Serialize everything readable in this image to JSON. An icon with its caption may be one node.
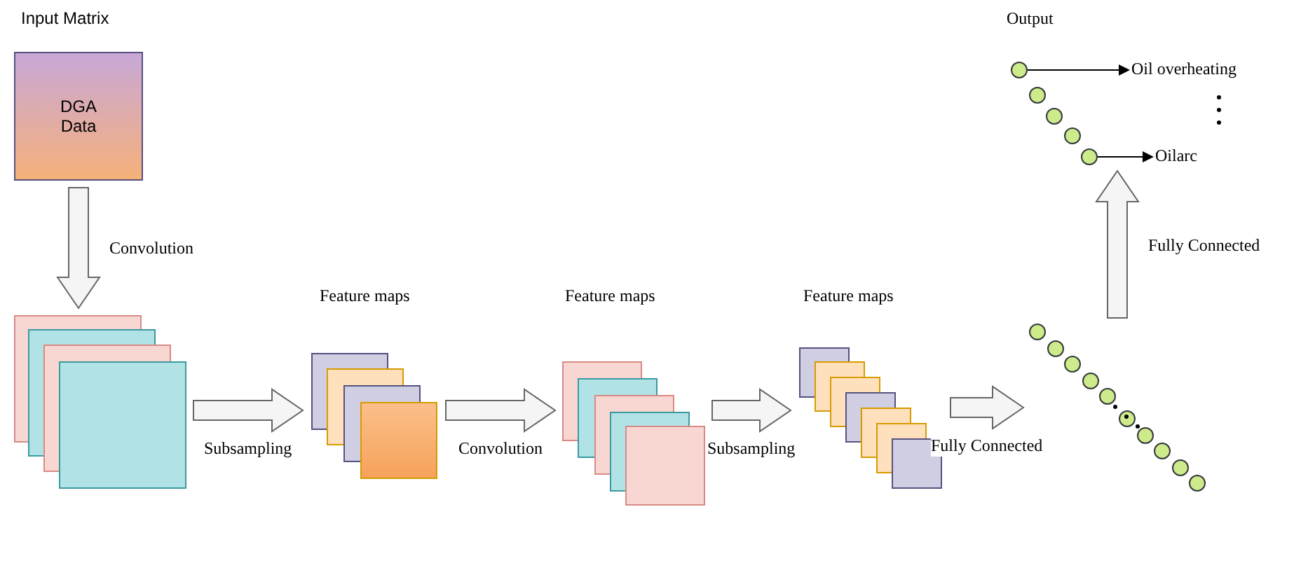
{
  "diagram": {
    "nodes": [
      {
        "text": [
          "Input Matrix",
          "DGA Data"
        ]
      },
      {
        "text": [],
        "shape": "box"
      },
      {
        "text": [
          "Feature maps"
        ]
      },
      {
        "text": [
          "Feature maps"
        ]
      },
      {
        "text": [
          "Feature maps"
        ]
      },
      {
        "text": [],
        "shape": "circle"
      },
      {
        "text": [
          "Output"
        ]
      },
      {
        "text": [
          "Oil overheating"
        ]
      },
      {
        "text": [
          "Oilarc"
        ]
      }
    ],
    "edges": [
      {
        "from": 0,
        "to": 1,
        "arrow": "to",
        "label": "Convolution"
      },
      {
        "from": 1,
        "to": 2,
        "arrow": "to",
        "label": "Subsampling"
      },
      {
        "from": 2,
        "to": 3,
        "arrow": "to",
        "label": "Convolution"
      },
      {
        "from": 3,
        "to": 4,
        "arrow": "to",
        "label": "Subsampling"
      },
      {
        "from": 4,
        "to": 5,
        "arrow": "to",
        "label": "Fully Connected"
      },
      {
        "from": 5,
        "to": 6,
        "arrow": "to",
        "label": "Fully Connected"
      },
      {
        "from": 6,
        "to": 7,
        "arrow": "to"
      },
      {
        "from": 6,
        "to": 8,
        "arrow": "to"
      }
    ]
  }
}
